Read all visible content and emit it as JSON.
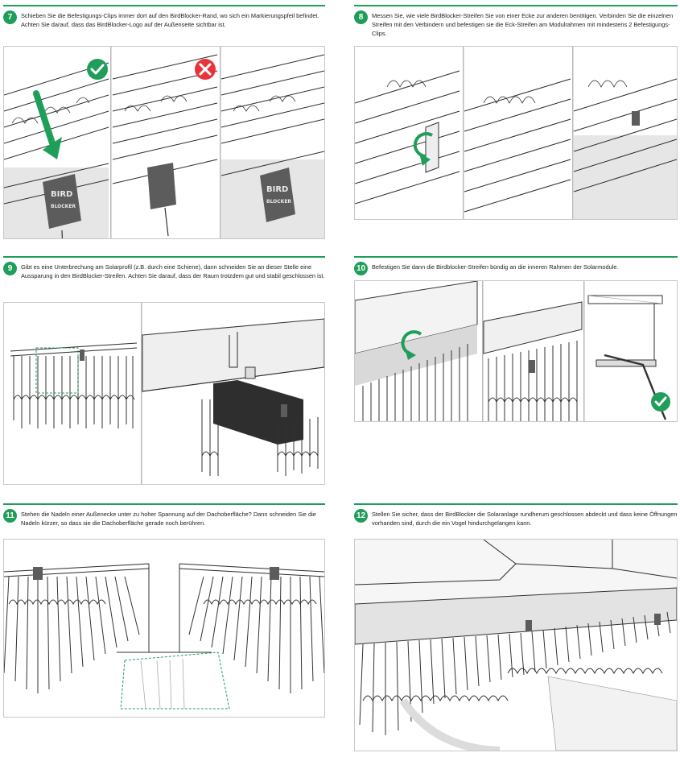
{
  "steps": [
    {
      "number": "7",
      "text": "Schieben Sie die Befestigungs-Clips immer dort auf den BirdBlocker-Rand, wo sich ein Markierungspfeil befindet. Achten Sie darauf, dass das BirdBlocker-Logo auf der Außenseite sichtbar ist.",
      "panels": [
        {
          "label_top": "BIRD",
          "label_bottom": "BLOCKER",
          "status": "correct"
        },
        {
          "status": "wrong"
        },
        {
          "label_top": "BIRD",
          "label_bottom": "BLOCKER"
        }
      ]
    },
    {
      "number": "8",
      "text": "Messen Sie, wie viele BirdBlocker-Streifen Sie von einer Ecke zur anderen benötigen. Verbinden Sie die einzelnen Streifen mit den Verbindern und befestigen sie die Eck-Streifen am Modulrahmen mit mindestens 2 Befestigungs-Clips."
    },
    {
      "number": "9",
      "text": "Gibt es eine Unterbrechung am Solarprofil (z.B. durch eine Schiene), dann schneiden Sie an dieser Stelle eine Aussparung in den BirdBlocker-Streifen. Achten Sie darauf, dass der Raum trotzdem gut und stabil geschlossen ist."
    },
    {
      "number": "10",
      "text": "Befestigen Sie dann die Birdblocker-Streifen bündig an die inneren Rahmen der Solarmodule."
    },
    {
      "number": "11",
      "text": "Stehen die Nadeln einer Außenecke unter zu hoher Spannung auf der Dachoberfläche? Dann schneiden Sie die Nadeln kürzer, so dass sie die Dachoberfläche gerade noch berühren."
    },
    {
      "number": "12",
      "text": "Stellen Sie sicher, dass der BirdBlocker die Solaranlage rundherum geschlossen abdeckt und dass keine Öffnungen vorhanden sind, durch die ein Vogel hindurchgelangen kann."
    }
  ],
  "colors": {
    "accent": "#1f9e5a",
    "wrong": "#e8343c",
    "clip": "#5c5c5c",
    "border": "#c8c8c8"
  },
  "icons": [
    "check-circle-icon",
    "cross-circle-icon",
    "green-arrow-icon",
    "curved-arrow-icon"
  ]
}
